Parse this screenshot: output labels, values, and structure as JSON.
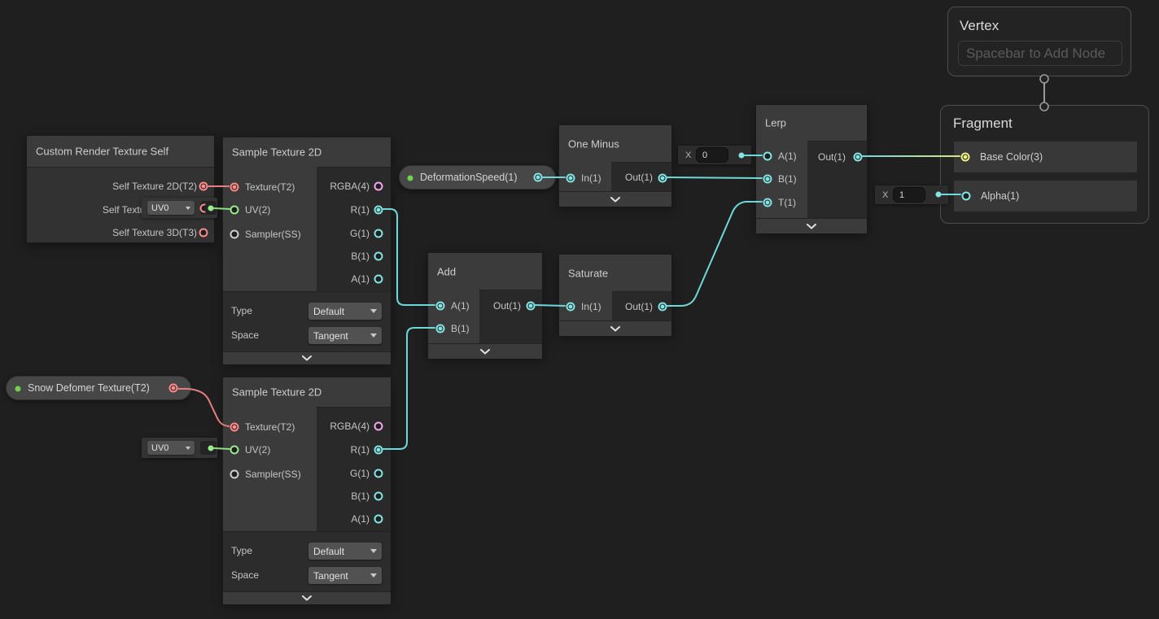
{
  "colors": {
    "canvas_bg": "#1F1F1F",
    "port_float": "#84E4E4",
    "port_vector2": "#9BEB8C",
    "port_vector3": "#EDF285",
    "port_vector4": "#F5A6EC",
    "port_texture2d": "#FF8B8B",
    "port_sampler": "#CFCFCF",
    "exposed_dot": "#6FD24C",
    "wire_teal": "#6FD8D8",
    "wire_red": "#E57F7F",
    "wire_green": "#8CE07F",
    "wire_vector3_end": "#D9E583"
  },
  "nodes": {
    "custom_render_texture": {
      "title": "Custom Render Texture Self",
      "outputs": [
        "Self Texture 2D(T2)",
        "Self Texture",
        "Self Texture 3D(T3)"
      ]
    },
    "sample_top": {
      "title": "Sample Texture 2D",
      "inputs": [
        "Texture(T2)",
        "UV(2)",
        "Sampler(SS)"
      ],
      "outputs": [
        "RGBA(4)",
        "R(1)",
        "G(1)",
        "B(1)",
        "A(1)"
      ],
      "controls": [
        {
          "label": "Type",
          "value": "Default"
        },
        {
          "label": "Space",
          "value": "Tangent"
        }
      ],
      "uv_value": "UV0"
    },
    "sample_bottom": {
      "title": "Sample Texture 2D",
      "inputs": [
        "Texture(T2)",
        "UV(2)",
        "Sampler(SS)"
      ],
      "outputs": [
        "RGBA(4)",
        "R(1)",
        "G(1)",
        "B(1)",
        "A(1)"
      ],
      "controls": [
        {
          "label": "Type",
          "value": "Default"
        },
        {
          "label": "Space",
          "value": "Tangent"
        }
      ],
      "uv_value": "UV0"
    },
    "snow_property": {
      "label": "Snow Defomer Texture(T2)"
    },
    "deformation_property": {
      "label": "DeformationSpeed(1)"
    },
    "one_minus": {
      "title": "One Minus",
      "input": "In(1)",
      "output": "Out(1)"
    },
    "add": {
      "title": "Add",
      "inputs": [
        "A(1)",
        "B(1)"
      ],
      "output": "Out(1)"
    },
    "saturate": {
      "title": "Saturate",
      "input": "In(1)",
      "output": "Out(1)"
    },
    "lerp": {
      "title": "Lerp",
      "inputs": [
        "A(1)",
        "B(1)",
        "T(1)"
      ],
      "output": "Out(1)",
      "default_a": {
        "label": "X",
        "value": "0"
      }
    },
    "vertex_block": {
      "title": "Vertex",
      "placeholder": "Spacebar to Add Node"
    },
    "fragment_block": {
      "title": "Fragment",
      "slots": [
        "Base Color(3)",
        "Alpha(1)"
      ],
      "default_alpha": {
        "label": "X",
        "value": "1"
      }
    }
  }
}
